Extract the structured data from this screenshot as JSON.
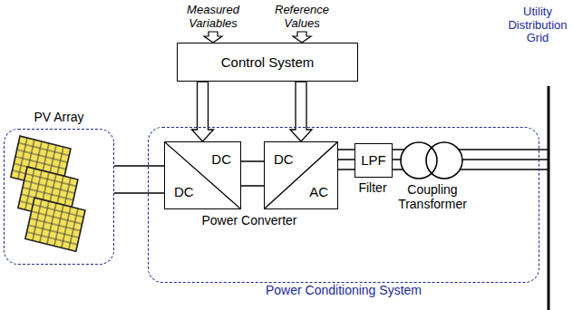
{
  "diagram": {
    "nodes": [
      {
        "text": [
          "Control System"
        ]
      },
      {
        "text": [
          "PV Array"
        ]
      },
      {
        "text": [
          "Power Conditioning System"
        ]
      },
      {
        "text": [
          "DC",
          "DC"
        ],
        "in": 2
      },
      {
        "text": [
          "DC",
          "AC"
        ],
        "in": 2
      },
      {
        "text": [
          "LPF"
        ],
        "in": 2
      }
    ],
    "edges": [
      {
        "from": 0,
        "to": 3,
        "arrow": "to"
      },
      {
        "from": 0,
        "to": 4,
        "arrow": "to"
      },
      {
        "from": 1,
        "to": 3,
        "arrow": "none"
      },
      {
        "from": 3,
        "to": 4,
        "arrow": "none"
      },
      {
        "from": 4,
        "to": 5,
        "arrow": "none"
      }
    ],
    "labels": [
      "Measured Variables",
      "Reference Values",
      "Utility Distribution Grid",
      "Power Converter",
      "Filter",
      "Coupling Transformer"
    ]
  }
}
